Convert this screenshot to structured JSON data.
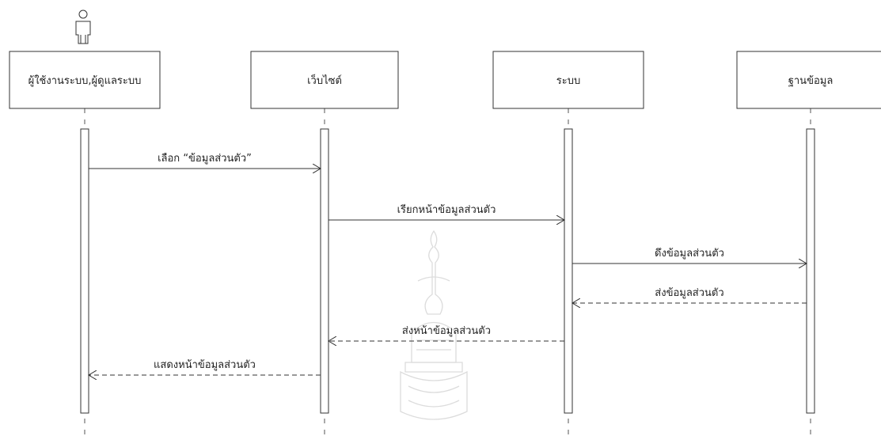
{
  "diagram": {
    "type": "sequence",
    "actor_icon": "person-icon",
    "participants": [
      {
        "id": "user",
        "label": "ผู้ใช้งานระบบ,ผู้ดูแลระบบ",
        "is_actor": true
      },
      {
        "id": "website",
        "label": "เว็บไซต์"
      },
      {
        "id": "system",
        "label": "ระบบ"
      },
      {
        "id": "database",
        "label": "ฐานข้อมูล"
      }
    ],
    "messages": [
      {
        "from": "user",
        "to": "website",
        "label": "เลือก “ข้อมูลส่วนตัว”",
        "kind": "call"
      },
      {
        "from": "website",
        "to": "system",
        "label": "เรียกหน้าข้อมูลส่วนตัว",
        "kind": "call"
      },
      {
        "from": "system",
        "to": "database",
        "label": "ดึงข้อมูลส่วนตัว",
        "kind": "call"
      },
      {
        "from": "database",
        "to": "system",
        "label": "ส่งข้อมูลส่วนตัว",
        "kind": "return"
      },
      {
        "from": "system",
        "to": "website",
        "label": "ส่งหน้าข้อมูลส่วนตัว",
        "kind": "return"
      },
      {
        "from": "website",
        "to": "user",
        "label": "แสดงหน้าข้อมูลส่วนตัว",
        "kind": "return"
      }
    ],
    "watermark": "university-seal-watermark",
    "colors": {
      "line": "#333333",
      "text": "#222222",
      "watermark": "#d9d9d9"
    }
  }
}
